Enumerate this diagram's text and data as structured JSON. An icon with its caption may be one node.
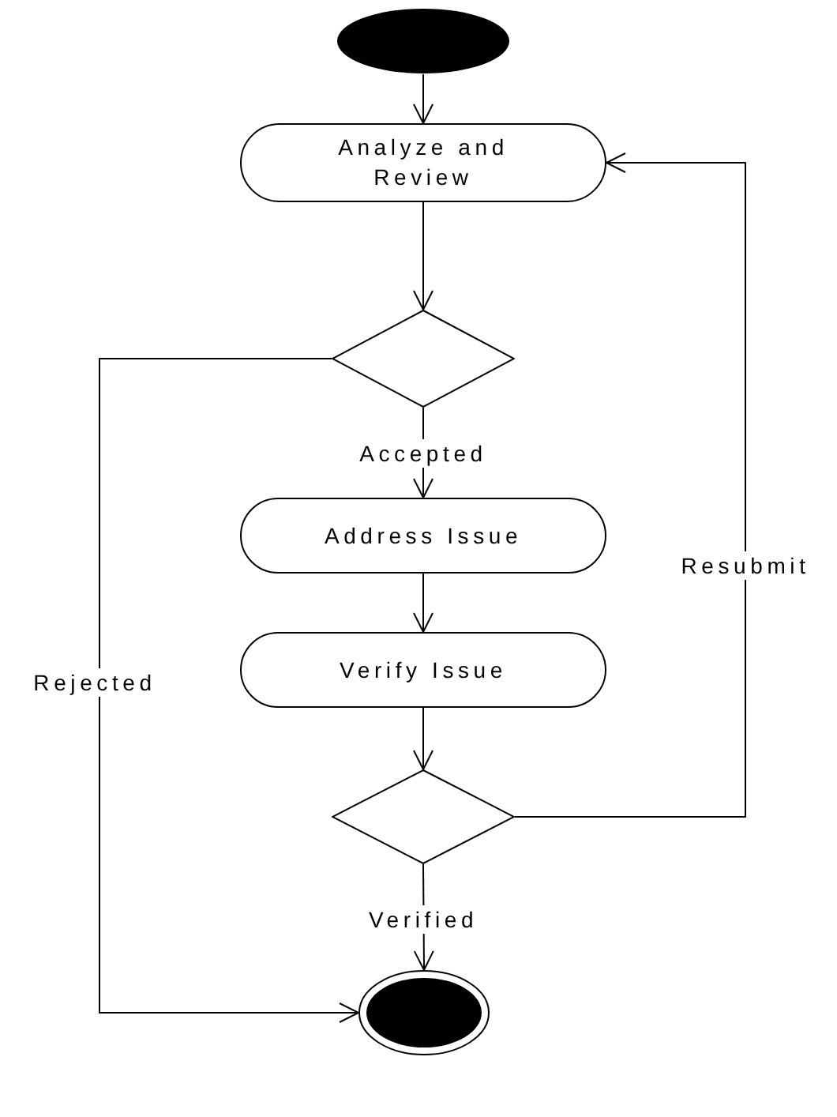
{
  "diagram": {
    "nodes": [
      {
        "text": [],
        "shape": "circle"
      },
      {
        "text": [
          "Analyze and Review"
        ]
      },
      {
        "text": [],
        "shape": "diamond"
      },
      {
        "text": [
          "Address Issue"
        ]
      },
      {
        "text": [
          "Verify Issue"
        ]
      },
      {
        "text": [],
        "shape": "diamond"
      },
      {
        "text": [],
        "shape": "bullseye"
      }
    ],
    "edges": [
      {
        "from": 0,
        "to": 1,
        "arrow": "to"
      },
      {
        "from": 1,
        "to": 2,
        "arrow": "to"
      },
      {
        "from": 2,
        "to": 3,
        "arrow": "to",
        "label": "Accepted"
      },
      {
        "from": 3,
        "to": 4,
        "arrow": "to"
      },
      {
        "from": 4,
        "to": 5,
        "arrow": "to"
      },
      {
        "from": 5,
        "to": 6,
        "arrow": "to",
        "label": "Verified"
      },
      {
        "from": 2,
        "to": 6,
        "arrow": "to",
        "label": "Rejected"
      },
      {
        "from": 5,
        "to": 1,
        "arrow": "to",
        "label": "Resubmit"
      }
    ]
  }
}
